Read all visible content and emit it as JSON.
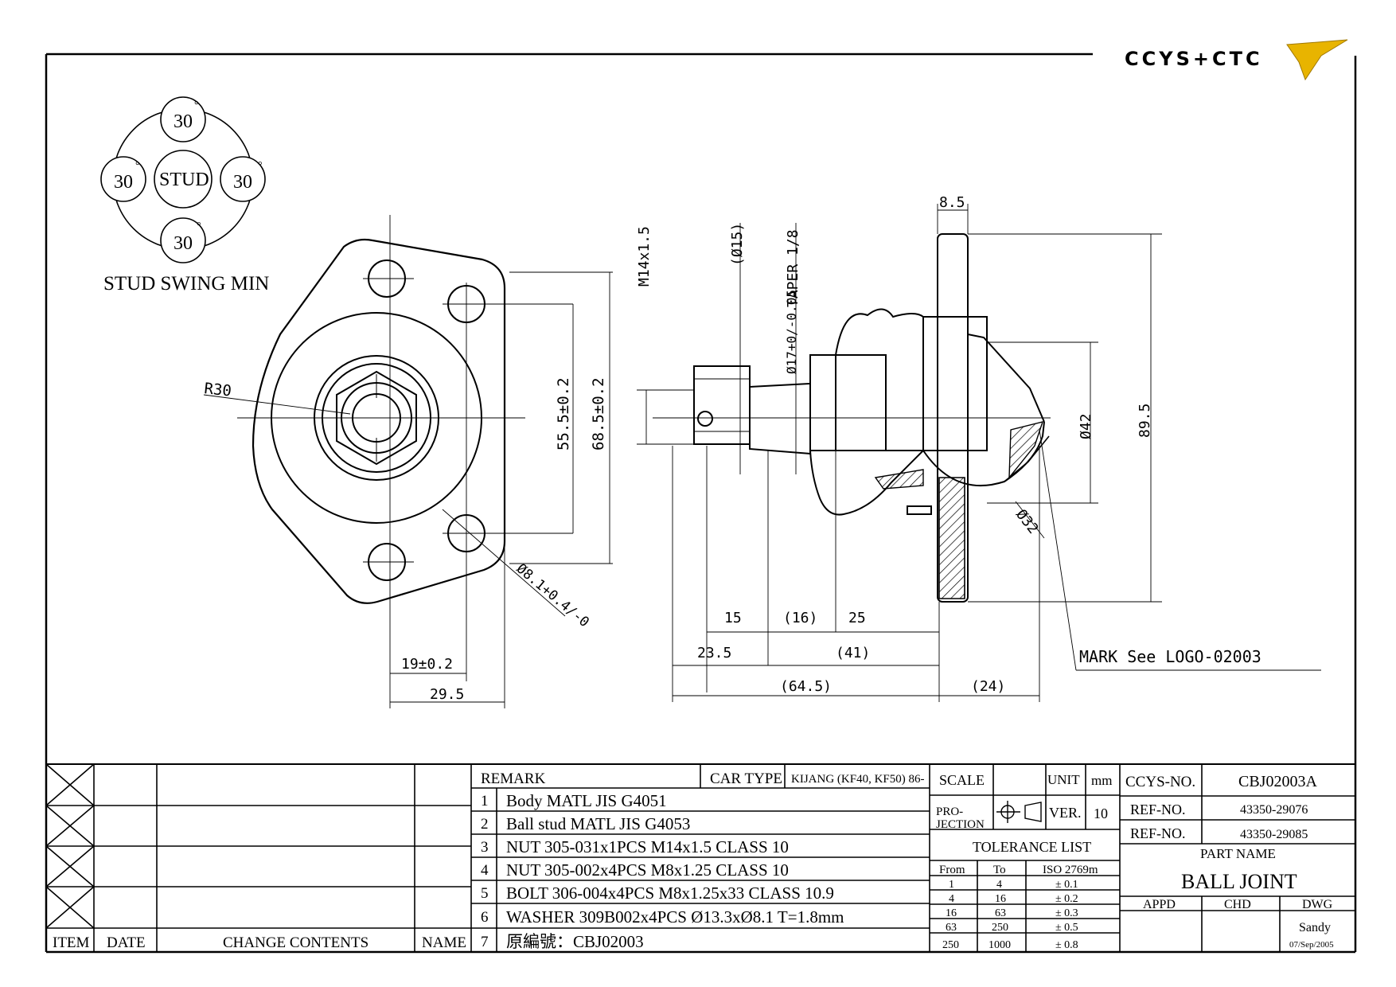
{
  "logo": {
    "text": "CCYS+CTC"
  },
  "swing": {
    "top": "30",
    "left": "30",
    "right": "30",
    "bottom": "30",
    "center": "STUD",
    "deg": "°",
    "caption": "STUD SWING MIN"
  },
  "dims": {
    "r30": "R30",
    "d55": "55.5±0.2",
    "d68": "68.5±0.2",
    "hole": "Ø8.1+0.4/-0",
    "d19": "19±0.2",
    "d29": "29.5",
    "m14": "M14x1.5",
    "d15": "(Ø15)",
    "taper": "TAPER 1/8",
    "d17": "Ø17+0/-0.05",
    "d85": "8.5",
    "d42": "Ø42",
    "d89": "89.5",
    "d32": "Ø32",
    "d15b": "15",
    "d16": "(16)",
    "d25": "25",
    "d235": "23.5",
    "d41": "(41)",
    "d645": "(64.5)",
    "d24": "(24)",
    "mark": "MARK See LOGO-02003"
  },
  "revision": {
    "headers": {
      "item": "ITEM",
      "date": "DATE",
      "change": "CHANGE CONTENTS",
      "name": "NAME"
    }
  },
  "remarks": {
    "header": "REMARK",
    "car_type_label": "CAR TYPE",
    "car_type": "KIJANG (KF40, KF50) 86-",
    "items": [
      {
        "no": "1",
        "text": "Body MATL JIS G4051"
      },
      {
        "no": "2",
        "text": "Ball stud MATL JIS G4053"
      },
      {
        "no": "3",
        "text": "NUT 305-031x1PCS M14x1.5 CLASS 10"
      },
      {
        "no": "4",
        "text": "NUT 305-002x4PCS M8x1.25 CLASS 10"
      },
      {
        "no": "5",
        "text": "BOLT 306-004x4PCS M8x1.25x33 CLASS 10.9"
      },
      {
        "no": "6",
        "text": "WASHER 309B002x4PCS Ø13.3xØ8.1 T=1.8mm"
      },
      {
        "no": "7",
        "text": "原編號：CBJ02003"
      }
    ]
  },
  "scale": {
    "label": "SCALE",
    "unit_label": "UNIT",
    "unit": "mm",
    "projection": "PRO-\nJECTION",
    "ver_label": "VER.",
    "ver": "10"
  },
  "tolerance": {
    "title": "TOLERANCE LIST",
    "headers": [
      "From",
      "To",
      "ISO 2769m"
    ],
    "rows": [
      [
        "1",
        "4",
        "± 0.1"
      ],
      [
        "4",
        "16",
        "± 0.2"
      ],
      [
        "16",
        "63",
        "± 0.3"
      ],
      [
        "63",
        "250",
        "± 0.5"
      ],
      [
        "250",
        "1000",
        "± 0.8"
      ]
    ]
  },
  "titleblock": {
    "ccys_label": "CCYS-NO.",
    "ccys": "CBJ02003A",
    "ref1_label": "REF-NO.",
    "ref1": "43350-29076",
    "ref2_label": "REF-NO.",
    "ref2": "43350-29085",
    "part_label": "PART NAME",
    "part": "BALL JOINT",
    "appd": "APPD",
    "chd": "CHD",
    "dwg": "DWG",
    "drawer": "Sandy",
    "date": "07/Sep/2005"
  }
}
